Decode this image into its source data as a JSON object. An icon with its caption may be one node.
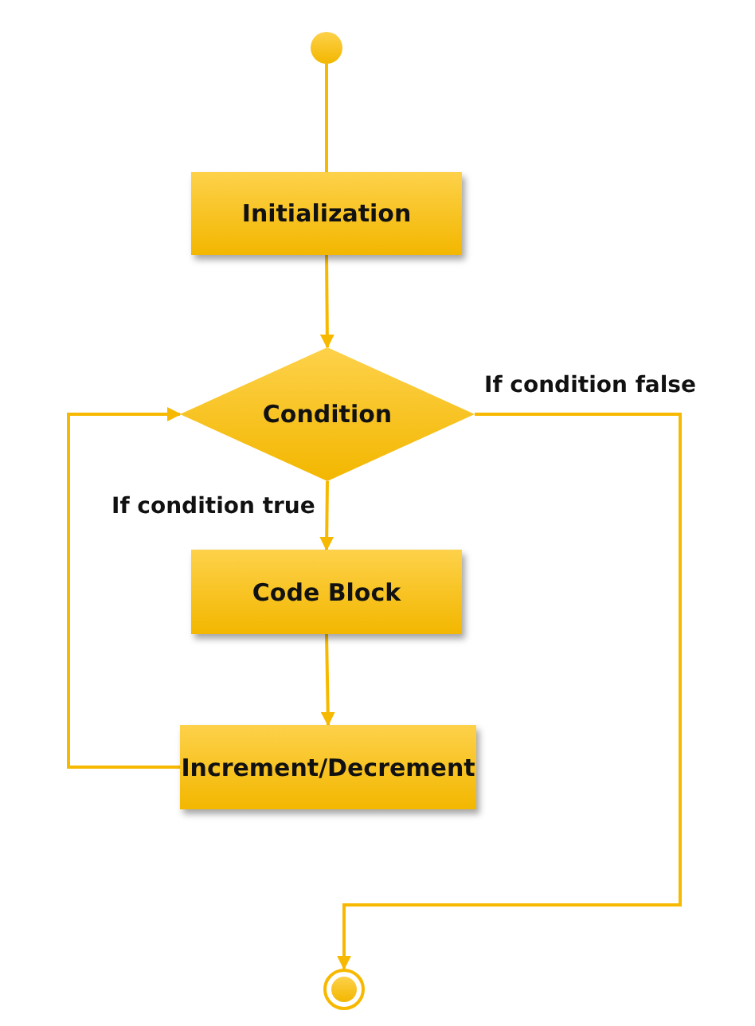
{
  "diagram": {
    "nodes": [
      {
        "text": [],
        "shape": "circle"
      },
      {
        "text": [
          "Initialization"
        ]
      },
      {
        "text": [
          "Condition"
        ]
      },
      {
        "text": [
          "Code Block"
        ]
      },
      {
        "text": [
          "Increment/Decrement"
        ]
      },
      {
        "text": [],
        "shape": "circle"
      }
    ],
    "edges": [
      {
        "from": 0,
        "to": 1,
        "arrow": "none"
      },
      {
        "from": 1,
        "to": 2,
        "arrow": "to"
      },
      {
        "from": 2,
        "to": 3,
        "arrow": "to",
        "label": "If condition true"
      },
      {
        "from": 3,
        "to": 4,
        "arrow": "to"
      },
      {
        "from": 4,
        "to": 2,
        "arrow": "to"
      },
      {
        "from": 2,
        "to": 5,
        "arrow": "to",
        "label": "If condition false"
      }
    ]
  }
}
